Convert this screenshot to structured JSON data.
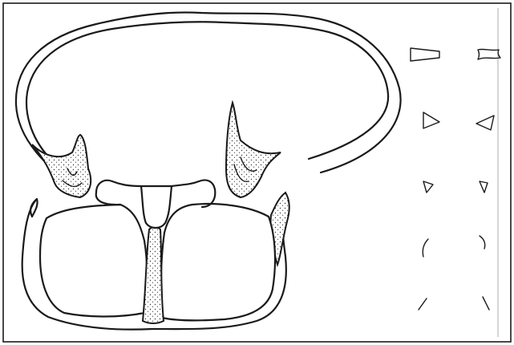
{
  "figure": {
    "description_visible_text": "",
    "line_color": "#1a1a1a",
    "background_color": "#ffffff",
    "border_color": "#1a1a1a"
  },
  "specimens": [
    {
      "row": 1,
      "left_icon": "trapezoid-outline-icon",
      "right_icon": "wavy-trapezoid-outline-icon"
    },
    {
      "row": 2,
      "left_icon": "triangle-right-outline-icon",
      "right_icon": "triangle-left-outline-icon"
    },
    {
      "row": 3,
      "left_icon": "small-triangle-down-icon",
      "right_icon": "small-triangle-down-icon"
    },
    {
      "row": 4,
      "left_icon": "curve-left-icon",
      "right_icon": "curve-right-icon"
    },
    {
      "row": 5,
      "left_icon": "slash-left-icon",
      "right_icon": "slash-right-icon"
    }
  ]
}
